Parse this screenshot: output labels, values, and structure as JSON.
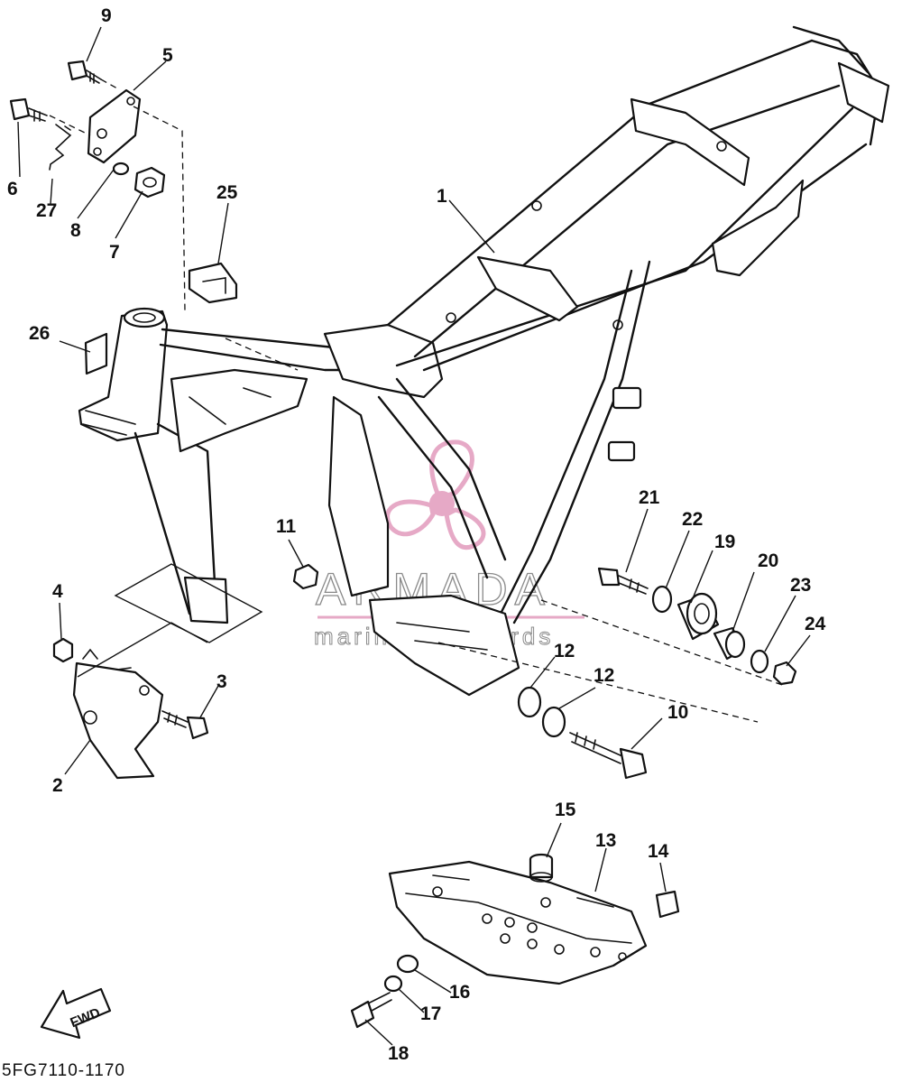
{
  "callouts": [
    {
      "id": "c1",
      "label": "1"
    },
    {
      "id": "c2",
      "label": "2"
    },
    {
      "id": "c3",
      "label": "3"
    },
    {
      "id": "c4",
      "label": "4"
    },
    {
      "id": "c5",
      "label": "5"
    },
    {
      "id": "c6",
      "label": "6"
    },
    {
      "id": "c7",
      "label": "7"
    },
    {
      "id": "c8",
      "label": "8"
    },
    {
      "id": "c9",
      "label": "9"
    },
    {
      "id": "c10",
      "label": "10"
    },
    {
      "id": "c11",
      "label": "11"
    },
    {
      "id": "c12a",
      "label": "12"
    },
    {
      "id": "c12b",
      "label": "12"
    },
    {
      "id": "c13",
      "label": "13"
    },
    {
      "id": "c14",
      "label": "14"
    },
    {
      "id": "c15",
      "label": "15"
    },
    {
      "id": "c16",
      "label": "16"
    },
    {
      "id": "c17",
      "label": "17"
    },
    {
      "id": "c18",
      "label": "18"
    },
    {
      "id": "c19",
      "label": "19"
    },
    {
      "id": "c20",
      "label": "20"
    },
    {
      "id": "c21",
      "label": "21"
    },
    {
      "id": "c22",
      "label": "22"
    },
    {
      "id": "c23",
      "label": "23"
    },
    {
      "id": "c24",
      "label": "24"
    },
    {
      "id": "c25",
      "label": "25"
    },
    {
      "id": "c26",
      "label": "26"
    },
    {
      "id": "c27",
      "label": "27"
    }
  ],
  "watermark": {
    "brand": "ARMADA",
    "tagline": "marine outboards",
    "color": "#e6a9c6"
  },
  "fwd_label": "FWD",
  "diagram_code": "5FG7110-1170"
}
